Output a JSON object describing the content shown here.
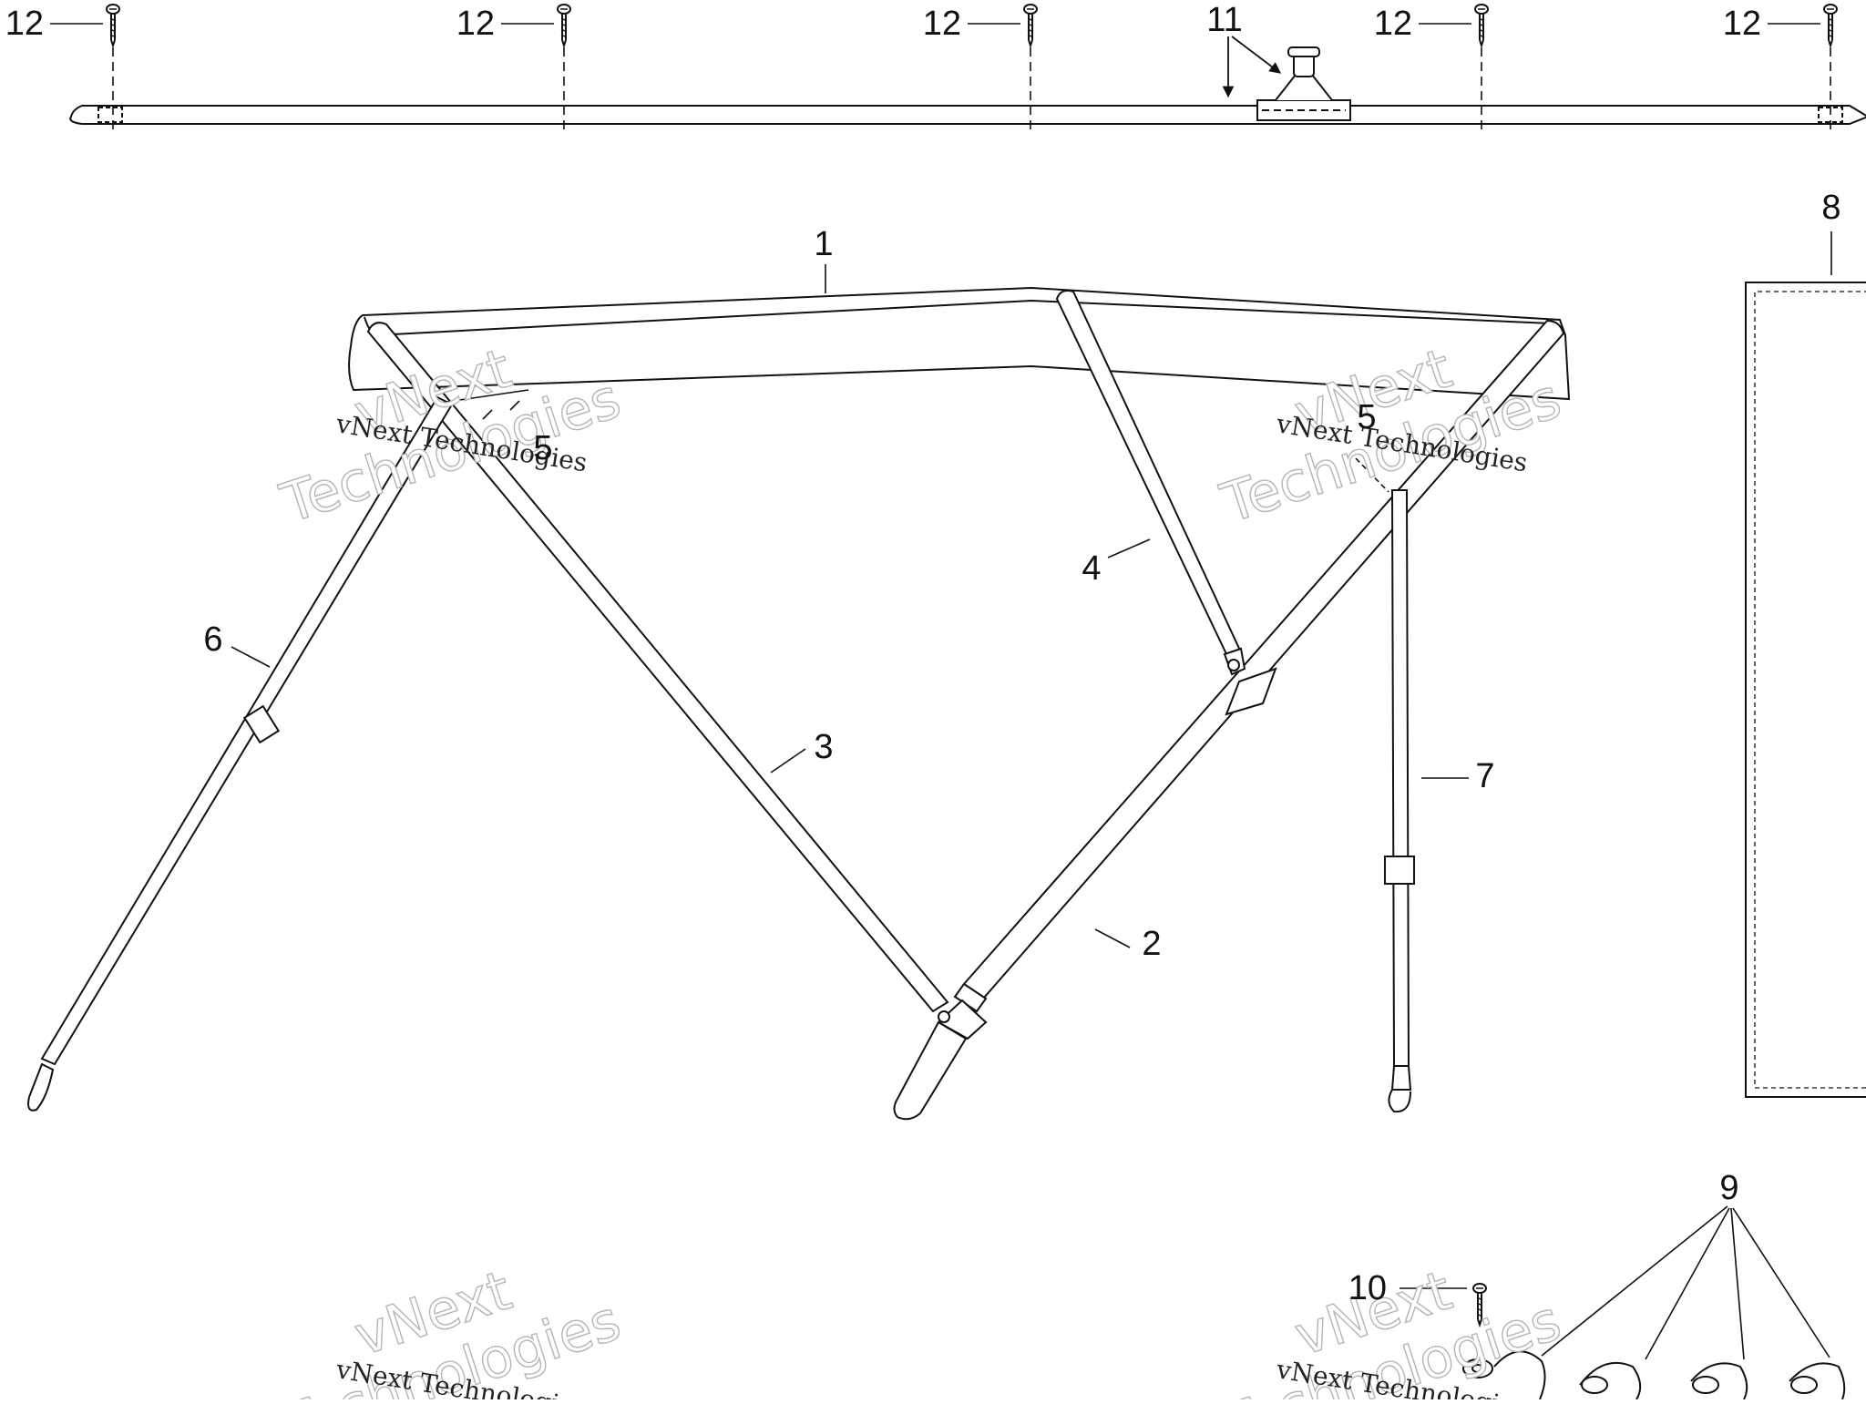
{
  "diagram": {
    "callouts": {
      "c1": "1",
      "c2": "2",
      "c3": "3",
      "c4": "4",
      "c5a": "5",
      "c5b": "5",
      "c6": "6",
      "c7": "7",
      "c8": "8",
      "c9": "9",
      "c10": "10",
      "c11": "11",
      "c12a": "12",
      "c12b": "12",
      "c12c": "12",
      "c12d": "12",
      "c12e": "12"
    },
    "watermark": {
      "line": "vNext Technologies",
      "big_top": "vNext",
      "big_bottom": "Technologies"
    },
    "colors": {
      "line": "#111111",
      "watermark_outline": "#b5b5b5"
    }
  }
}
